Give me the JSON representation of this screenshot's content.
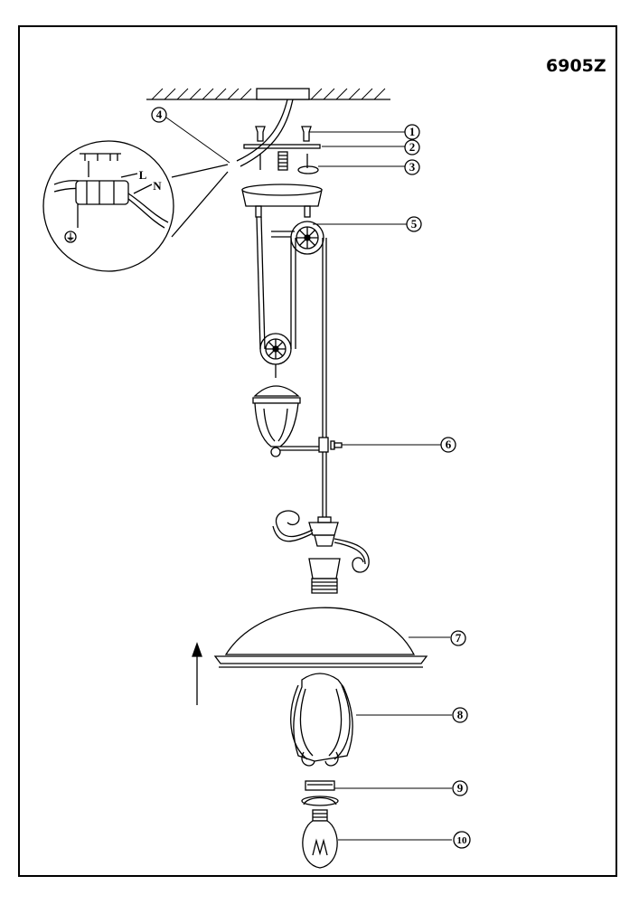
{
  "model_number": "6905Z",
  "callouts": [
    {
      "id": "1",
      "part": "screw"
    },
    {
      "id": "2",
      "part": "mounting-plate"
    },
    {
      "id": "3",
      "part": "anchor-screw"
    },
    {
      "id": "4",
      "part": "wire-connection"
    },
    {
      "id": "5",
      "part": "pulley"
    },
    {
      "id": "6",
      "part": "set-screw"
    },
    {
      "id": "7",
      "part": "shade"
    },
    {
      "id": "8",
      "part": "glass"
    },
    {
      "id": "9",
      "part": "ring"
    },
    {
      "id": "10",
      "part": "bulb"
    }
  ],
  "wire_labels": {
    "live": "L",
    "neutral": "N"
  },
  "earth_symbol": "⏚",
  "line_color": "#000000"
}
